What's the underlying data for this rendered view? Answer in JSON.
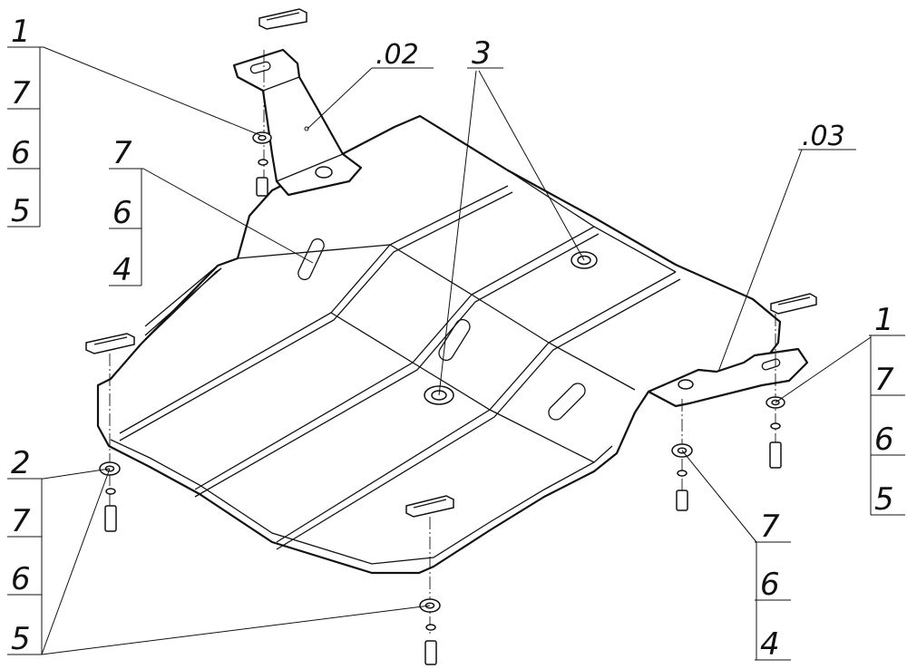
{
  "callouts": {
    "left_top": [
      "1",
      "7",
      "6",
      "5"
    ],
    "left_mid": [
      "7",
      "6",
      "4"
    ],
    "left_bottom": [
      "2",
      "7",
      "6",
      "5"
    ],
    "center_part": ".02",
    "center_number": "3",
    "right_part": ".03",
    "right_top": [
      "1",
      "7",
      "6",
      "5"
    ],
    "right_bottom": [
      "7",
      "6",
      "4"
    ]
  }
}
